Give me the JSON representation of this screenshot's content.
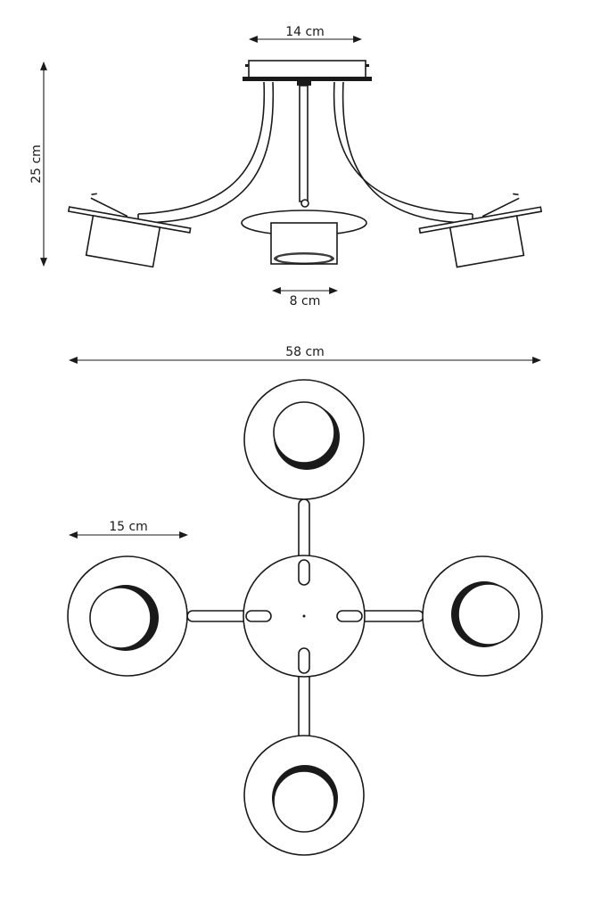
{
  "dimensions": {
    "canopy_width": "14 cm",
    "height": "25 cm",
    "shade_diameter": "8 cm",
    "total_width": "58 cm",
    "disc_diameter": "15 cm"
  },
  "colors": {
    "ink": "#1a1a1a",
    "background": "#ffffff"
  }
}
